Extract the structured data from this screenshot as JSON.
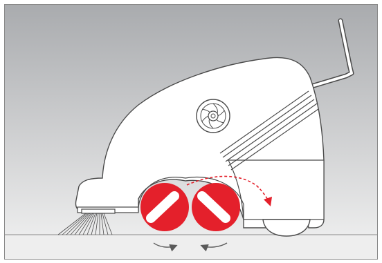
{
  "figure": {
    "subject_icon": "sweeper-machine-cutaway-icon",
    "colors": {
      "frame_border": "#8a8a8a",
      "background_top": "#a9abae",
      "background_bottom": "#f3f3f3",
      "floor": "#eeeeee",
      "body_fill": "#ffffff",
      "outline": "#4a4a4a",
      "brush_red": "#e4202b",
      "arrow_red": "#e4202b",
      "floor_arrow": "#5a5a5a"
    },
    "parts": [
      "side-brush",
      "main-rollers",
      "debris-hopper",
      "fan",
      "push-handle",
      "rear-wheel"
    ]
  }
}
